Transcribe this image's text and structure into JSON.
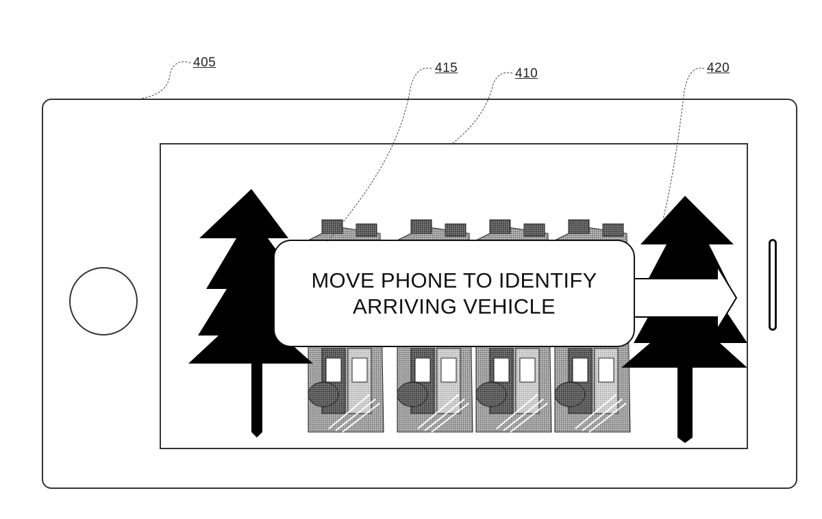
{
  "labels": {
    "device": "405",
    "display": "410",
    "building_image": "415",
    "direction_arrow": "420"
  },
  "message": {
    "line1": "MOVE PHONE TO IDENTIFY",
    "line2": "ARRIVING VEHICLE"
  },
  "colors": {
    "line": "#333333",
    "fill_dark": "#000000",
    "fill_light": "#ffffff"
  },
  "icons": {
    "left_tree": "tree-icon",
    "right_tree": "tree-icon",
    "buildings": "townhouse-icon",
    "arrow": "right-arrow-icon"
  }
}
